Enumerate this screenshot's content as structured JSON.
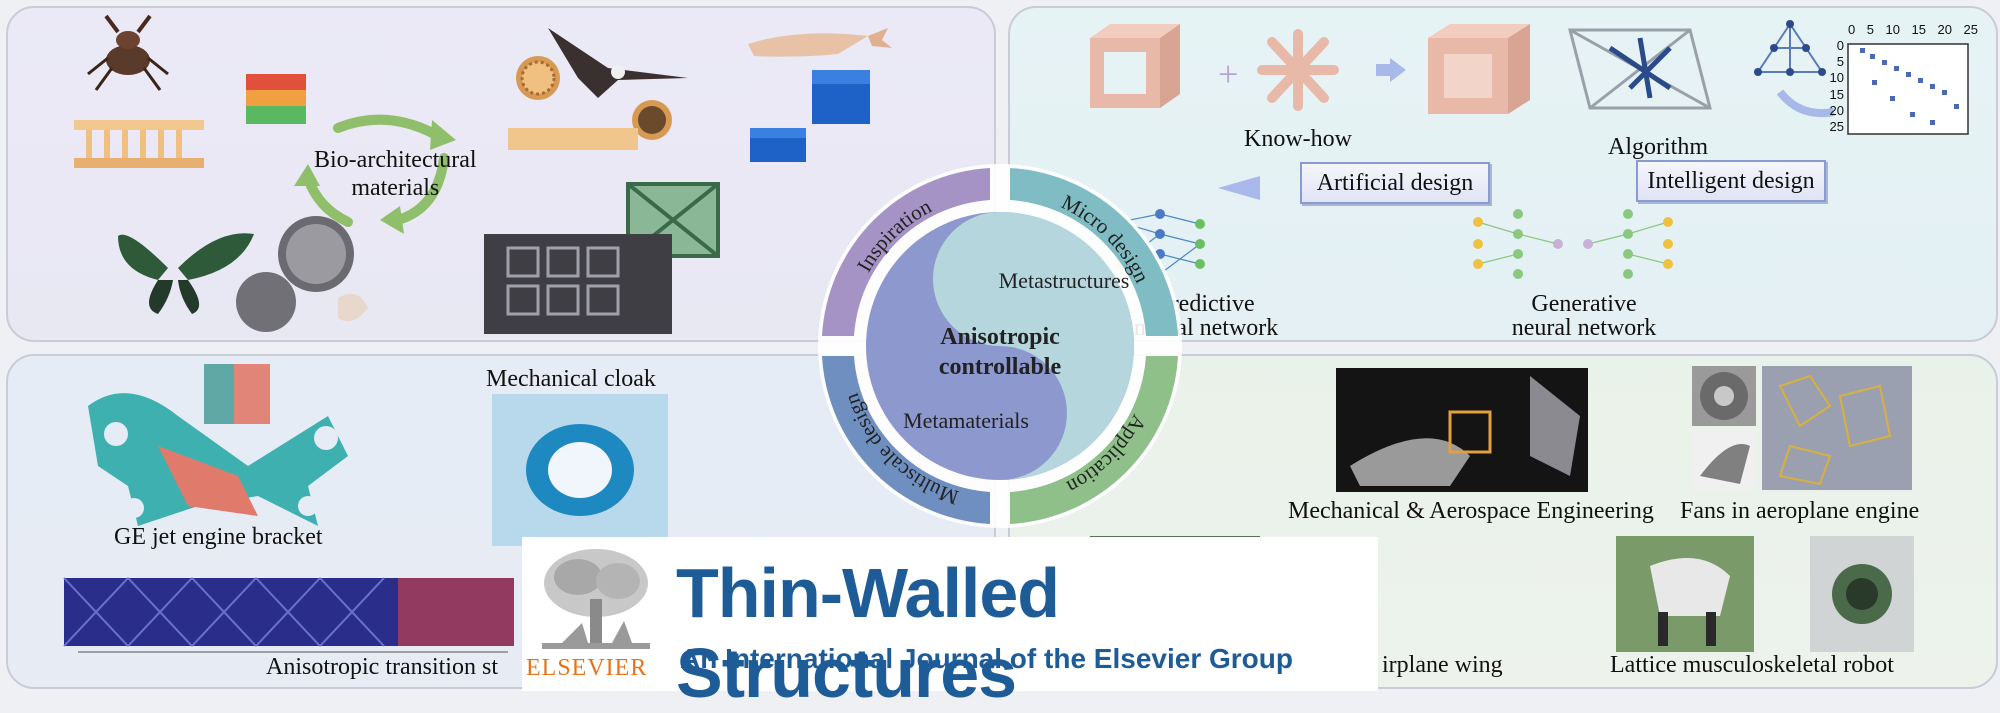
{
  "inspiration": {
    "bio_label_line1": "Bio-architectural",
    "bio_label_line2": "materials"
  },
  "micro_design": {
    "know_how": "Know-how",
    "algorithm": "Algorithm",
    "artificial_design": "Artificial design",
    "intelligent_design": "Intelligent design",
    "predictive_line1": "Predictive",
    "predictive_line2": "neural network",
    "generative_line1": "Generative",
    "generative_line2": "neural network",
    "matrix_ticks_x": [
      "0",
      "5",
      "10",
      "15",
      "20",
      "25"
    ],
    "matrix_ticks_y": [
      "0",
      "5",
      "10",
      "15",
      "20",
      "25"
    ]
  },
  "multiscale": {
    "bracket_label": "GE jet engine bracket",
    "cloak_label": "Mechanical cloak",
    "transition_label": "Anisotropic transition st"
  },
  "application": {
    "aero_label": "Mechanical & Aerospace Engineering",
    "fans_label": "Fans in aeroplane engine",
    "wing_label": "irplane wing",
    "robot_label": "Lattice musculoskeletal robot"
  },
  "center": {
    "metastructures": "Metastructures",
    "core_line1": "Anisotropic",
    "core_line2": "controllable",
    "metamaterials": "Metamaterials",
    "ring_inspiration": "Inspiration",
    "ring_micro": "Micro design",
    "ring_multiscale": "Multiscale design",
    "ring_application": "Application"
  },
  "banner": {
    "title": "Thin-Walled Structures",
    "subtitle": "An International Journal of the Elsevier Group",
    "publisher": "ELSEVIER"
  },
  "colors": {
    "ring_inspiration": "#a493c4",
    "ring_micro": "#7fbcc4",
    "ring_multiscale": "#6e8fc0",
    "ring_application": "#8fc08a",
    "core_left": "#8d98cf",
    "core_right": "#b6d6dd",
    "banner_blue": "#1e5c98",
    "elsevier_orange": "#e4741b"
  }
}
